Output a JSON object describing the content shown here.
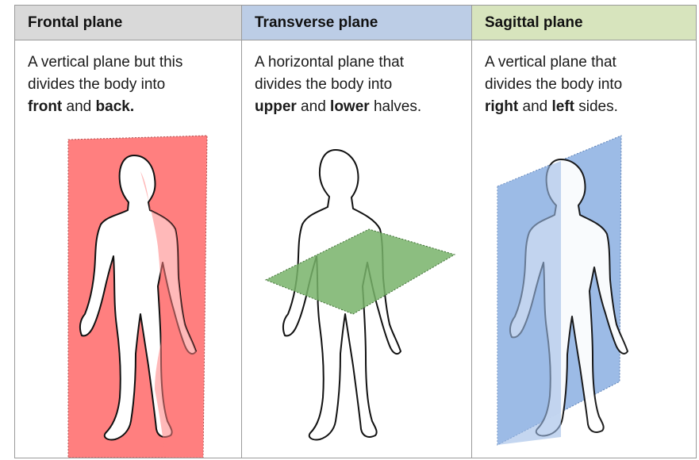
{
  "columns": [
    {
      "header": "Frontal plane",
      "line1": "A vertical plane but this",
      "line2": "divides the body into",
      "bold_a": "front",
      "joiner": " and ",
      "bold_b": "back.",
      "tail": "",
      "plane_color": "#ff7f7f"
    },
    {
      "header": "Transverse plane",
      "line1": "A horizontal plane that",
      "line2": "divides the body into",
      "bold_a": "upper",
      "joiner": " and ",
      "bold_b": "lower",
      "tail": " halves.",
      "plane_color": "#78b36a"
    },
    {
      "header": "Sagittal plane",
      "line1": "A vertical plane that",
      "line2": "divides the body into",
      "bold_a": "right",
      "joiner": " and ",
      "bold_b": "left",
      "tail": " sides.",
      "plane_color": "#9cbbe6"
    }
  ]
}
